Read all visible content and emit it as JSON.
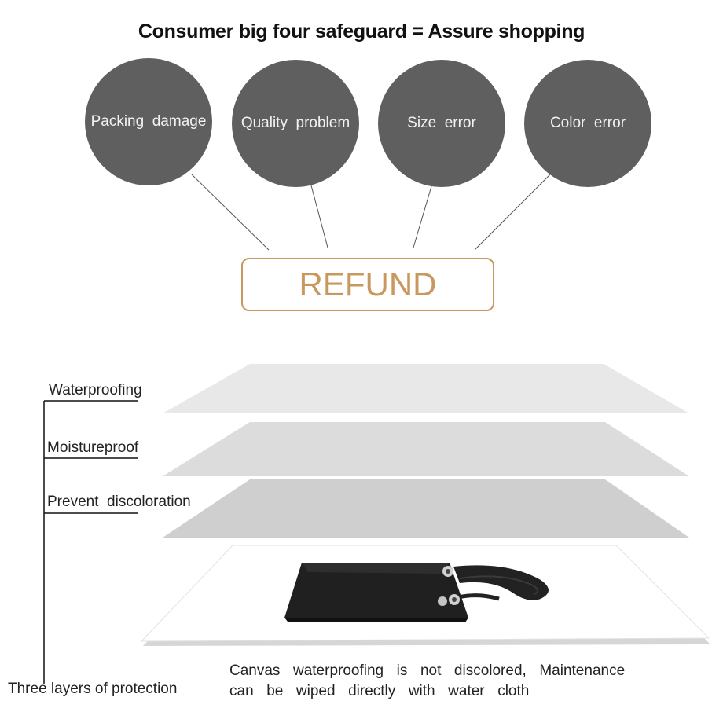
{
  "title": "Consumer big four safeguard = Assure shopping",
  "guarantees": [
    {
      "label": "Packing  damage"
    },
    {
      "label": "Quality  problem"
    },
    {
      "label": "Size  error"
    },
    {
      "label": "Color  error"
    }
  ],
  "refund_label": "REFUND",
  "layers": [
    {
      "label": "Waterproofing"
    },
    {
      "label": "Moistureproof"
    },
    {
      "label": "Prevent  discoloration"
    }
  ],
  "protection_label": "Three layers of protection",
  "caption": {
    "line1": "Canvas  waterproofing  is  not  discolored,  Maintenance",
    "line2": "can  be  wiped  directly  with  water  cloth"
  },
  "colors": {
    "circle": "#5f5f5f",
    "refund_accent": "#c9985f",
    "layer_top": "#e8e8e8",
    "layer_mid": "#dcdcdc",
    "layer_low": "#cfcfcf"
  }
}
